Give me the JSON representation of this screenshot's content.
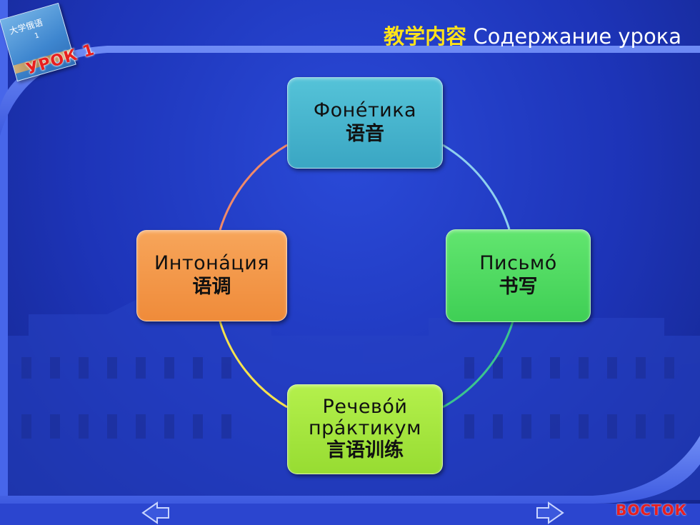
{
  "header": {
    "title_cn": "教学内容",
    "title_ru": "Содержание урока",
    "lesson_badge": "УРОК 1"
  },
  "textbook": {
    "title": "大学俄语",
    "volume": "1"
  },
  "cycle": {
    "top": {
      "ru": "Фоне́тика",
      "zh": "语音"
    },
    "right": {
      "ru": "Письмо́",
      "zh": "书写"
    },
    "bottom": {
      "ru1": "Речево́й",
      "ru2": "пра́ктикум",
      "zh": "言语训练"
    },
    "left": {
      "ru": "Интона́ция",
      "zh": "语调"
    }
  },
  "footer": {
    "brand": "ВОСТОК"
  },
  "colors": {
    "background": "#1d34b8",
    "title_accent": "#ffe21a",
    "brand_red": "#e81f1f",
    "top_box": "#4ab5cf",
    "right_box": "#4fd760",
    "bottom_box": "#a6e63e",
    "left_box": "#f39847"
  },
  "icons": {
    "prev": "left-arrow-icon",
    "next": "right-arrow-icon"
  }
}
